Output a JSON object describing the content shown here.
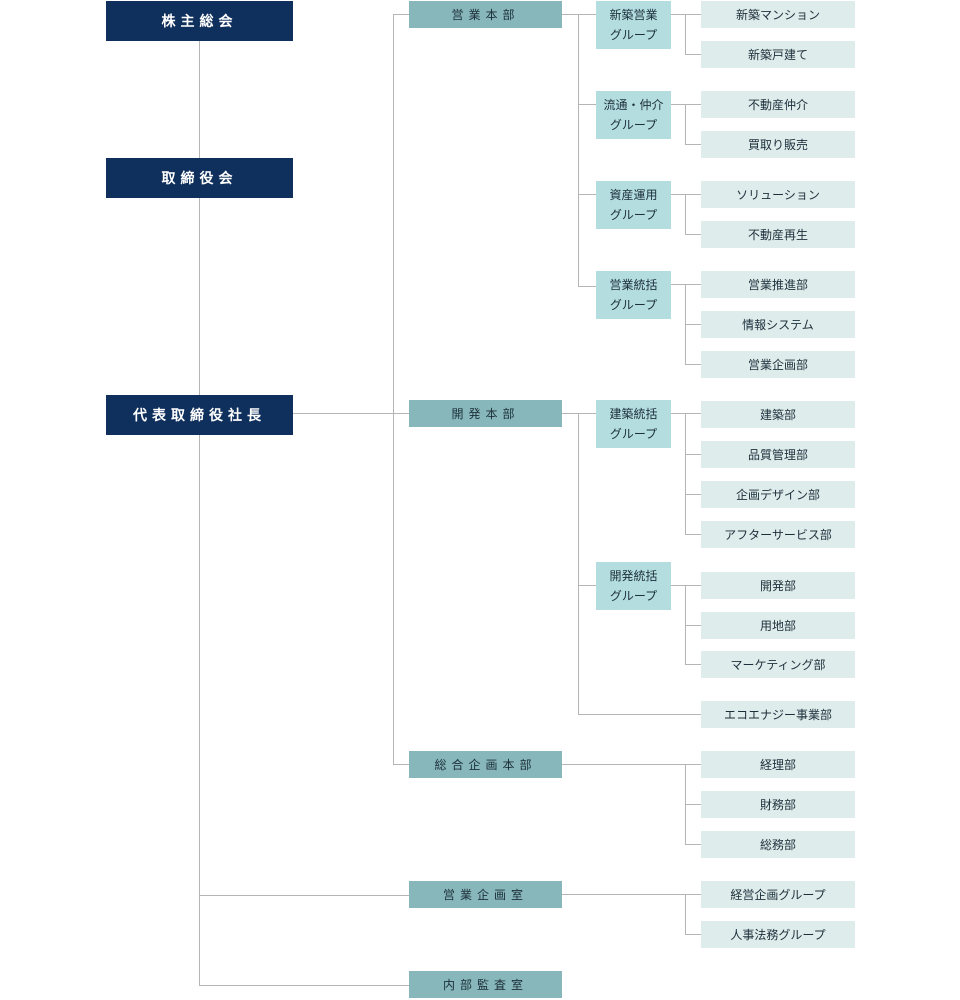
{
  "executives": {
    "shareholders": "株主総会",
    "board": "取締役会",
    "president": "代表取締役社長"
  },
  "divisions": {
    "sales": "営業本部",
    "development": "開発本部",
    "planning": "総合企画本部",
    "sales_planning": "営業企画室",
    "audit": "内部監査室"
  },
  "groups": {
    "new_build": [
      "新築営業",
      "グループ"
    ],
    "brokerage": [
      "流通・仲介",
      "グループ"
    ],
    "asset": [
      "資産運用",
      "グループ"
    ],
    "sales_control": [
      "営業統括",
      "グループ"
    ],
    "construction": [
      "建築統括",
      "グループ"
    ],
    "dev_control": [
      "開発統括",
      "グループ"
    ]
  },
  "departments": {
    "new_mansion": "新築マンション",
    "new_house": "新築戸建て",
    "real_estate_brokerage": "不動産仲介",
    "buy_sell": "買取り販売",
    "solution": "ソリューション",
    "real_estate_renewal": "不動産再生",
    "sales_promotion": "営業推進部",
    "info_system": "情報システム",
    "sales_planning_dept": "営業企画部",
    "construction_dept": "建築部",
    "quality": "品質管理部",
    "design": "企画デザイン部",
    "after_service": "アフターサービス部",
    "development_dept": "開発部",
    "land": "用地部",
    "marketing": "マーケティング部",
    "eco_energy": "エコエナジー事業部",
    "accounting": "経理部",
    "finance": "財務部",
    "general_affairs": "総務部",
    "mgmt_planning_group": "経営企画グループ",
    "hr_legal_group": "人事法務グループ"
  }
}
